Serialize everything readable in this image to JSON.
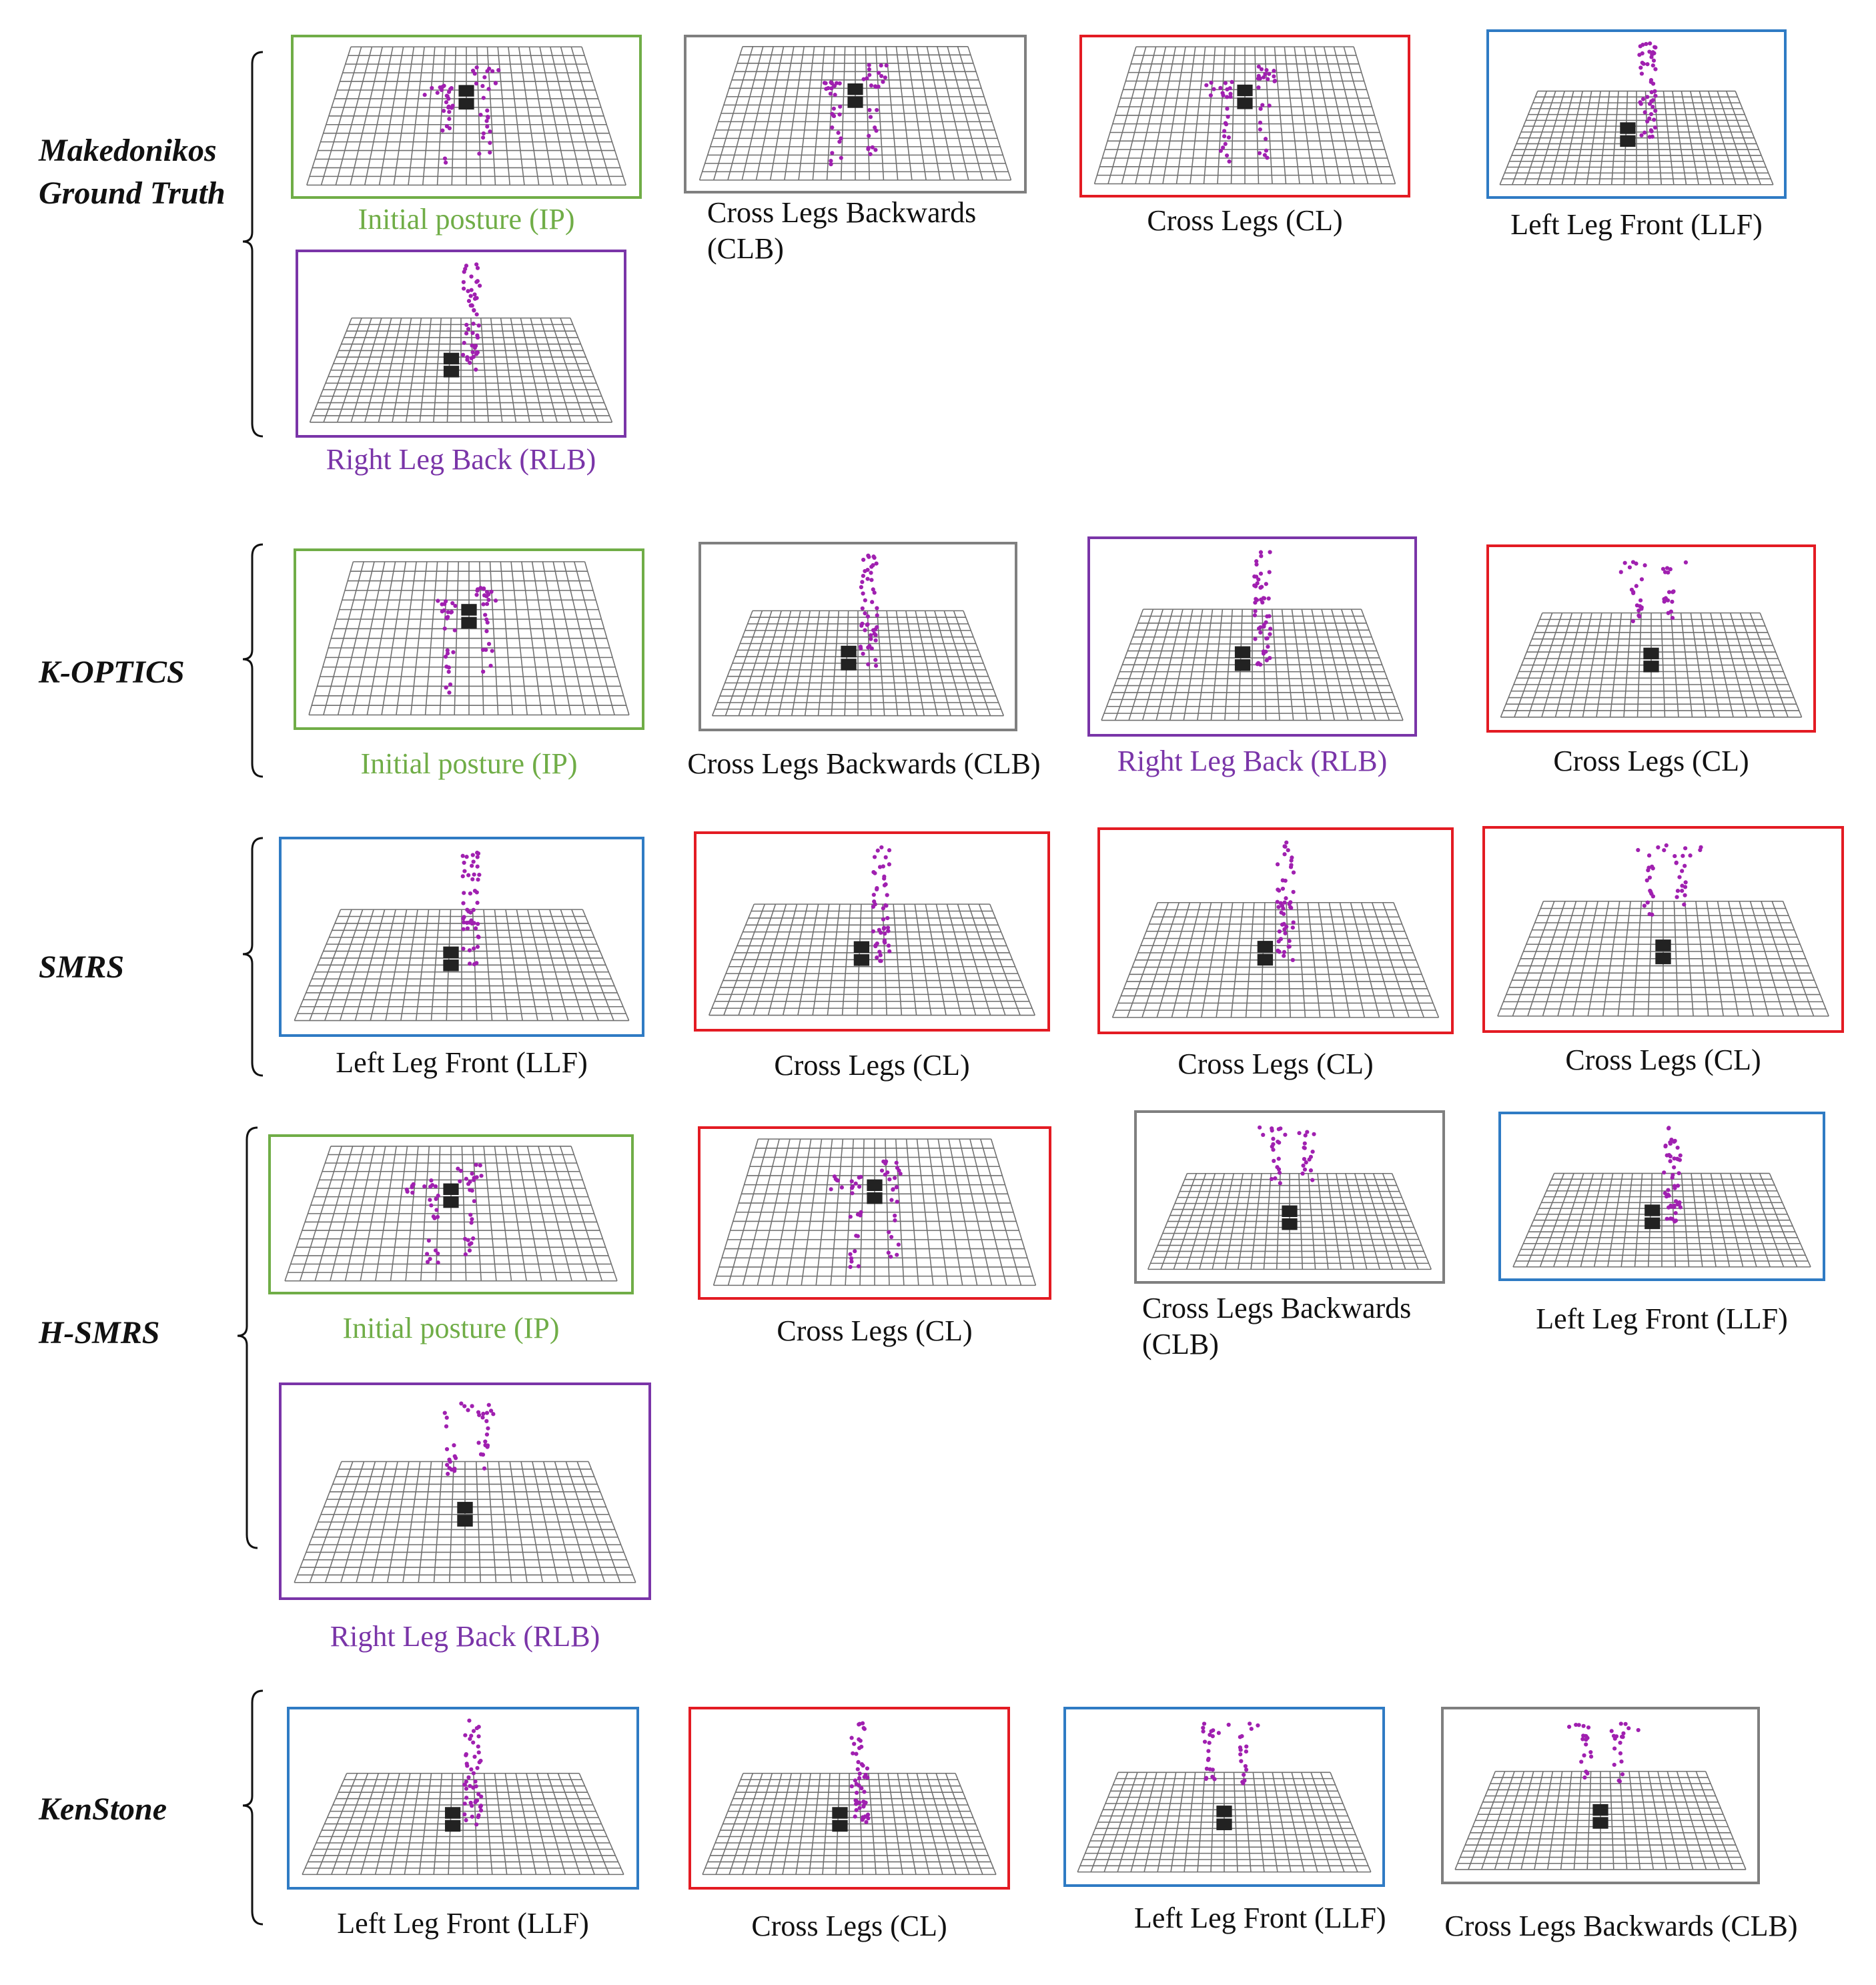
{
  "colors": {
    "IP": "#70ad47",
    "CLB": "#7f7f7f",
    "CL": "#e31b23",
    "LLF": "#2f7bc4",
    "RLB": "#7a35a8",
    "points": "#a020b0",
    "grid": "#6f6f6f",
    "caption_default": "#111111"
  },
  "rows": [
    {
      "label": "Makedonikos Ground Truth",
      "panels": [
        {
          "posture": "IP",
          "caption": "Initial posture (IP)",
          "caption_colored": true,
          "figure": "standing"
        },
        {
          "posture": "CLB",
          "caption": "Cross Legs Backwards (CLB)",
          "caption_colored": false,
          "figure": "standing"
        },
        {
          "posture": "CL",
          "caption": "Cross Legs (CL)",
          "caption_colored": false,
          "figure": "standing"
        },
        {
          "posture": "LLF",
          "caption": "Left Leg Front (LLF)",
          "caption_colored": false,
          "figure": "side"
        },
        {
          "posture": "RLB",
          "caption": "Right  Leg Back (RLB)",
          "caption_colored": true,
          "figure": "side"
        }
      ]
    },
    {
      "label": "K-OPTICS",
      "panels": [
        {
          "posture": "IP",
          "caption": "Initial posture (IP)",
          "caption_colored": true,
          "figure": "standing"
        },
        {
          "posture": "CLB",
          "caption": "Cross Legs Backwards (CLB)",
          "caption_colored": false,
          "figure": "side"
        },
        {
          "posture": "RLB",
          "caption": "Right  Leg Back (RLB)",
          "caption_colored": true,
          "figure": "side"
        },
        {
          "posture": "CL",
          "caption": "Cross Legs (CL)",
          "caption_colored": false,
          "figure": "raised"
        }
      ]
    },
    {
      "label": "SMRS",
      "panels": [
        {
          "posture": "LLF",
          "caption": "Left Leg Front (LLF)",
          "caption_colored": false,
          "figure": "side"
        },
        {
          "posture": "CL",
          "caption": "Cross Legs (CL)",
          "caption_colored": false,
          "figure": "side"
        },
        {
          "posture": "CL",
          "caption": "Cross Legs (CL)",
          "caption_colored": false,
          "figure": "side"
        },
        {
          "posture": "CL",
          "caption": "Cross Legs (CL)",
          "caption_colored": false,
          "figure": "raised"
        }
      ]
    },
    {
      "label": "H-SMRS",
      "panels": [
        {
          "posture": "IP",
          "caption": "Initial posture (IP)",
          "caption_colored": true,
          "figure": "standing"
        },
        {
          "posture": "CL",
          "caption": "Cross Legs (CL)",
          "caption_colored": false,
          "figure": "standing"
        },
        {
          "posture": "CLB",
          "caption": "Cross Legs Backwards (CLB)",
          "caption_colored": false,
          "figure": "raised"
        },
        {
          "posture": "LLF",
          "caption": "Left Leg Front (LLF)",
          "caption_colored": false,
          "figure": "side"
        },
        {
          "posture": "RLB",
          "caption": "Right  Leg Back (RLB)",
          "caption_colored": true,
          "figure": "raised"
        }
      ]
    },
    {
      "label": "KenStone",
      "panels": [
        {
          "posture": "LLF",
          "caption": "Left Leg Front (LLF)",
          "caption_colored": false,
          "figure": "side"
        },
        {
          "posture": "CL",
          "caption": "Cross Legs (CL)",
          "caption_colored": false,
          "figure": "side"
        },
        {
          "posture": "LLF",
          "caption": "Left Leg Front (LLF)",
          "caption_colored": false,
          "figure": "raised"
        },
        {
          "posture": "CLB",
          "caption": "Cross Legs Backwards (CLB)",
          "caption_colored": false,
          "figure": "raised"
        }
      ]
    }
  ]
}
